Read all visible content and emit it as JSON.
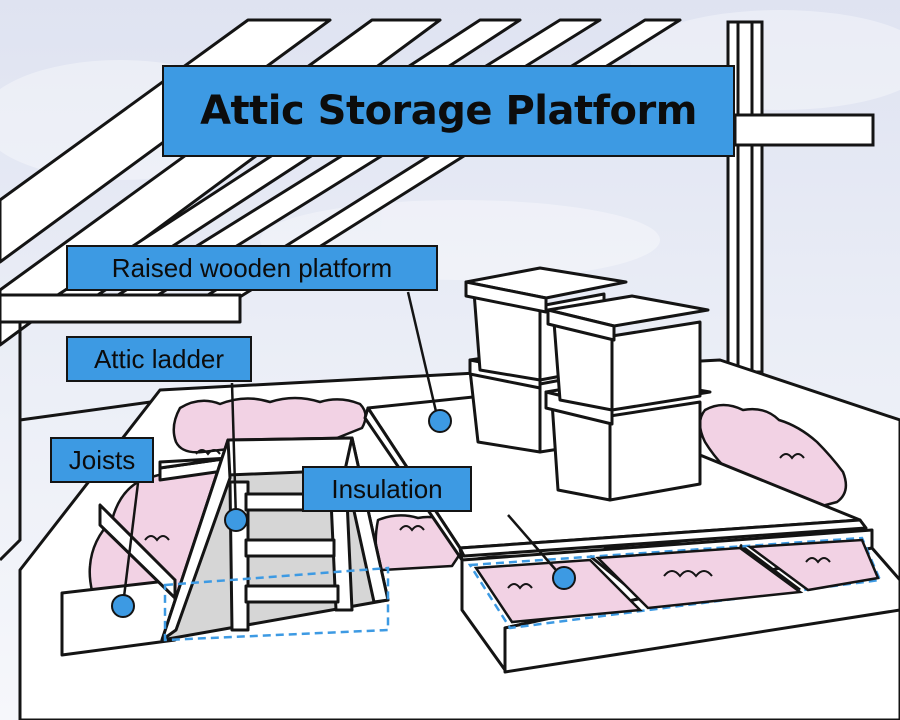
{
  "diagram": {
    "title": "Attic Storage Platform",
    "labels": {
      "platform": "Raised wooden platform",
      "ladder": "Attic ladder",
      "joists": "Joists",
      "insulation": "Insulation"
    }
  },
  "colors": {
    "label_fill": "#3d9ae3",
    "insulation": "#f2d2e4",
    "outline": "#141414",
    "background": "#eef0f8",
    "opening": "#d6d6d6"
  }
}
